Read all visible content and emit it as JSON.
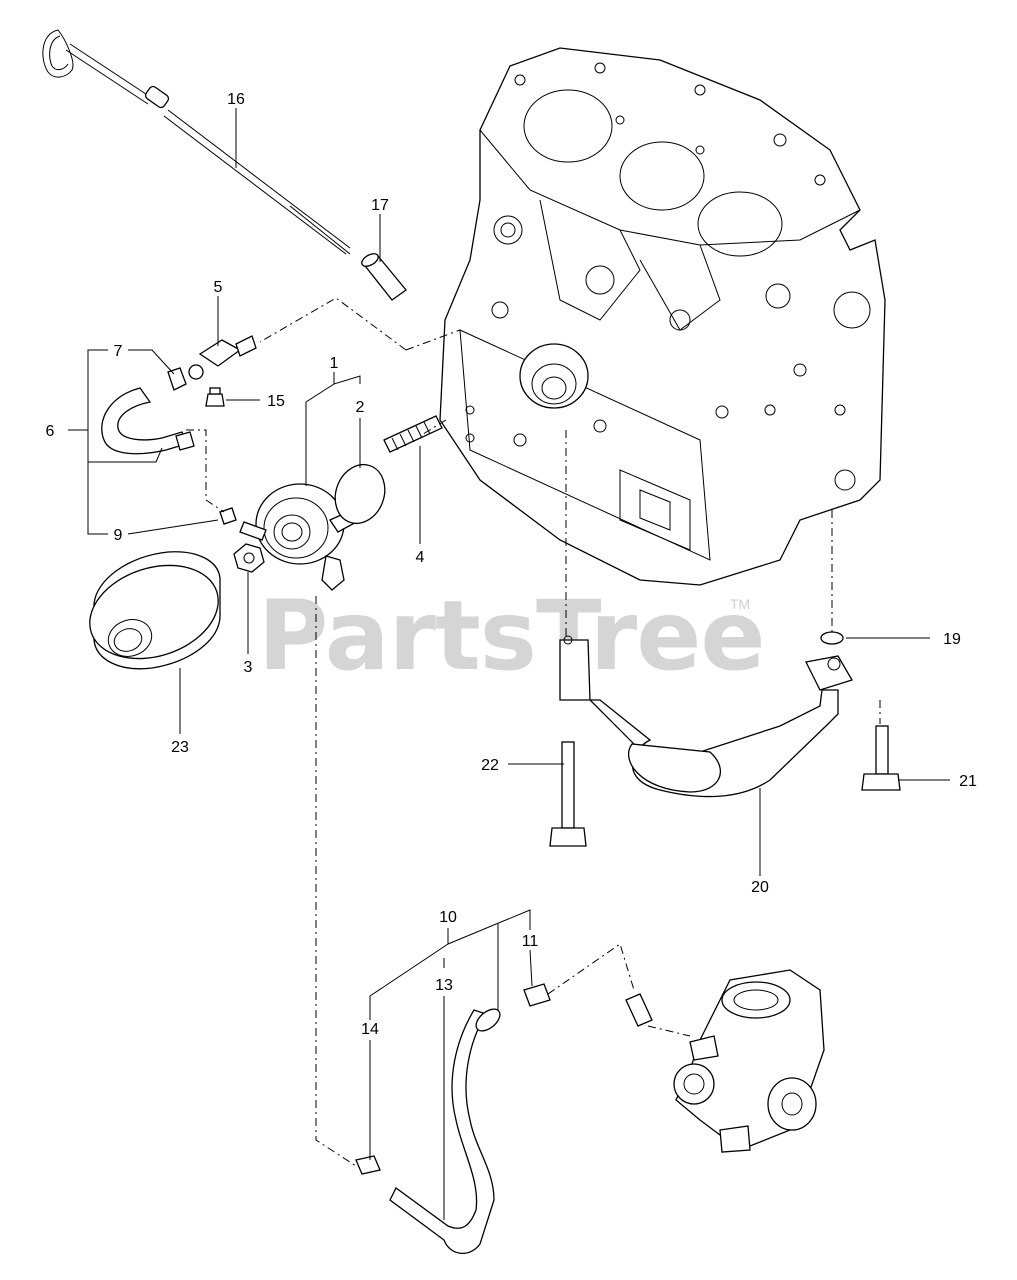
{
  "watermark": {
    "brand": "PartsTree",
    "trademark": "TM"
  },
  "callouts": [
    {
      "id": "c1",
      "label": "1"
    },
    {
      "id": "c2",
      "label": "2"
    },
    {
      "id": "c3",
      "label": "3"
    },
    {
      "id": "c4",
      "label": "4"
    },
    {
      "id": "c5",
      "label": "5"
    },
    {
      "id": "c6",
      "label": "6"
    },
    {
      "id": "c7",
      "label": "7"
    },
    {
      "id": "c9",
      "label": "9"
    },
    {
      "id": "c10",
      "label": "10"
    },
    {
      "id": "c11",
      "label": "11"
    },
    {
      "id": "c13",
      "label": "13"
    },
    {
      "id": "c14",
      "label": "14"
    },
    {
      "id": "c15",
      "label": "15"
    },
    {
      "id": "c16",
      "label": "16"
    },
    {
      "id": "c17",
      "label": "17"
    },
    {
      "id": "c19",
      "label": "19"
    },
    {
      "id": "c20",
      "label": "20"
    },
    {
      "id": "c21",
      "label": "21"
    },
    {
      "id": "c22",
      "label": "22"
    },
    {
      "id": "c23",
      "label": "23"
    }
  ],
  "colors": {
    "line": "#000000",
    "background": "#ffffff",
    "watermark": "#d5d5d5"
  }
}
